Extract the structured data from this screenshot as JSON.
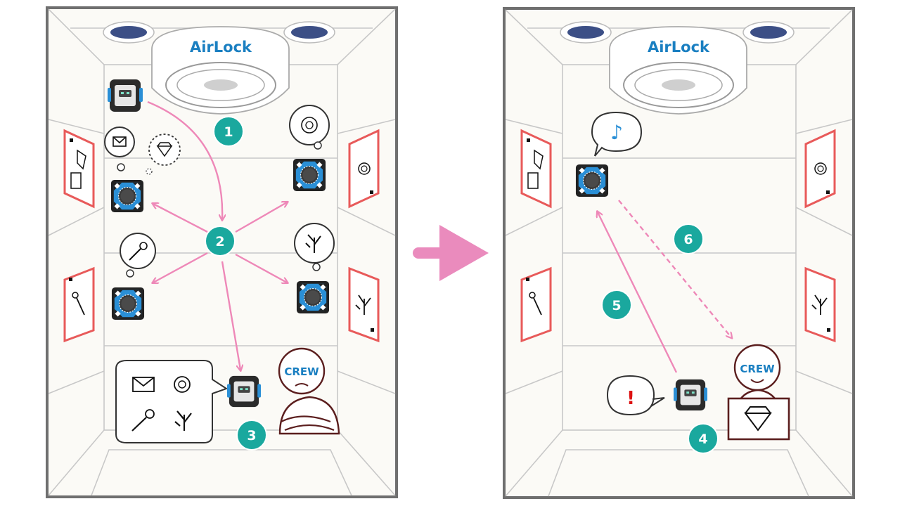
{
  "left_panel": {
    "airlock_label": "AirLock",
    "crew_label": "CREW",
    "steps": [
      "1",
      "2",
      "3"
    ],
    "thought_bubbles": [
      "envelope-icon",
      "diamond-icon",
      "shell-icon",
      "key-icon",
      "coral-icon"
    ],
    "crew_speech_icons": [
      "envelope-icon",
      "shell-icon",
      "key-icon",
      "coral-icon"
    ],
    "wall_cards": [
      "envelope-diamond-card",
      "shell-card",
      "key-card",
      "coral-card"
    ]
  },
  "transition_arrow": "right-arrow-icon",
  "right_panel": {
    "airlock_label": "AirLock",
    "crew_label": "CREW",
    "steps": [
      "4",
      "5",
      "6"
    ],
    "robot_speech_mark": "!",
    "drone_speech_note": "♪",
    "crew_card_icon": "diamond-icon"
  },
  "colors": {
    "frame": "#6f6f6f",
    "wall_line": "#c8c8c8",
    "room_fill": "#fbfaf6",
    "card_border": "#e85a5a",
    "arrow": "#ee88b8",
    "step_badge": "#1aa89e",
    "brand_text": "#1a7fc1",
    "drone_blue": "#2a8fd6",
    "transition_arrow": "#ea8bbd"
  }
}
